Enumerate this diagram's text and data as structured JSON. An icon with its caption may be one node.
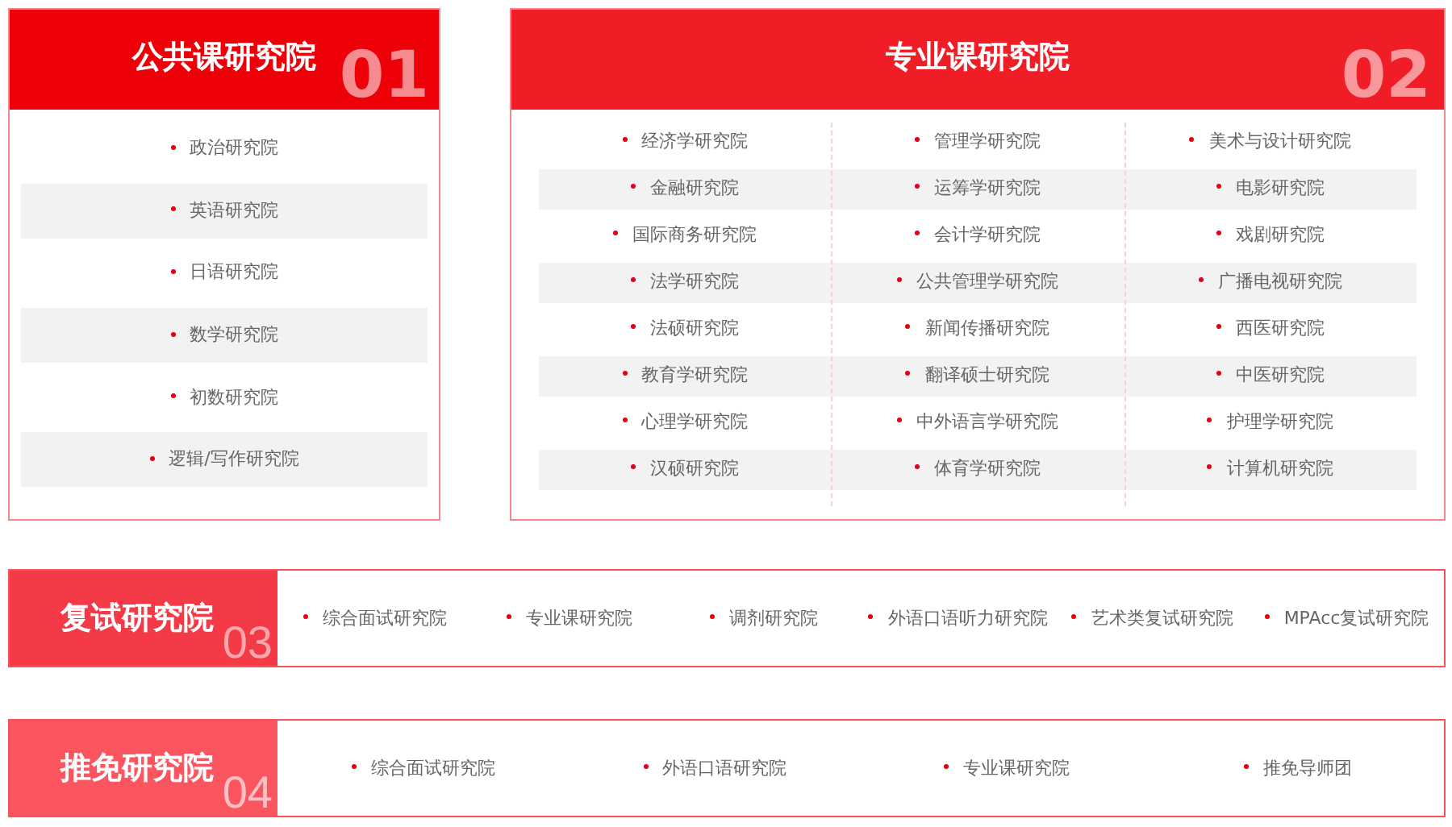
{
  "diagram": {
    "nodes": [
      {
        "text": [
          "政治研究院",
          "英语研究院",
          "日语研究院",
          "数学研究院",
          "初数研究院",
          "逻辑/写作研究院"
        ]
      },
      {
        "text": [
          "公共课研究院",
          "01"
        ],
        "in": 0
      },
      {
        "text": [
          "经济学研究院",
          "管理学研究院",
          "美术与设计研究院",
          "金融研究院",
          "运筹学研究院",
          "电影研究院",
          "国际商务研究院",
          "会计学研究院",
          "戏剧研究院",
          "法学研究院",
          "公共管理学研究院",
          "广播电视研究院",
          "法硕研究院",
          "新闻传播研究院",
          "西医研究院",
          "教育学研究院",
          "翻译硕士研究院",
          "中医研究院",
          "心理学研究院",
          "中外语言学研究院",
          "护理学研究院",
          "汉硕研究院",
          "体育学研究院",
          "计算机研究院"
        ]
      },
      {
        "text": [
          "专业课研究院",
          "02"
        ],
        "in": 2
      },
      {
        "text": [
          "综合面试研究院",
          "专业课研究院",
          "调剂研究院",
          "外语口语听力研究院",
          "艺术类复试研究院",
          "MPAcc复试研究院"
        ]
      },
      {
        "text": [
          "复试研究院",
          "03"
        ],
        "in": 4
      },
      {
        "text": [
          "综合面试研究院",
          "外语口语研究院",
          "专业课研究院",
          "推免导师团"
        ]
      },
      {
        "text": [
          "推免研究院",
          "04"
        ],
        "in": 6
      }
    ]
  }
}
